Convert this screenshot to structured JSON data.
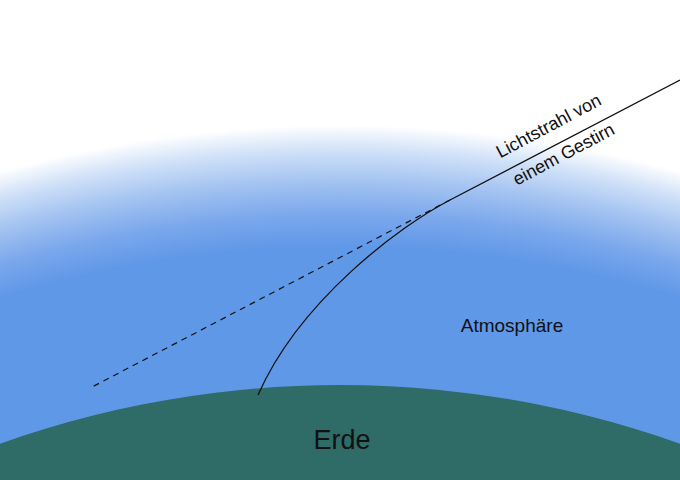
{
  "diagram": {
    "labels": [
      "Lichtstrahl von einem Gestirn",
      "Atmosphäre",
      "Erde"
    ]
  }
}
